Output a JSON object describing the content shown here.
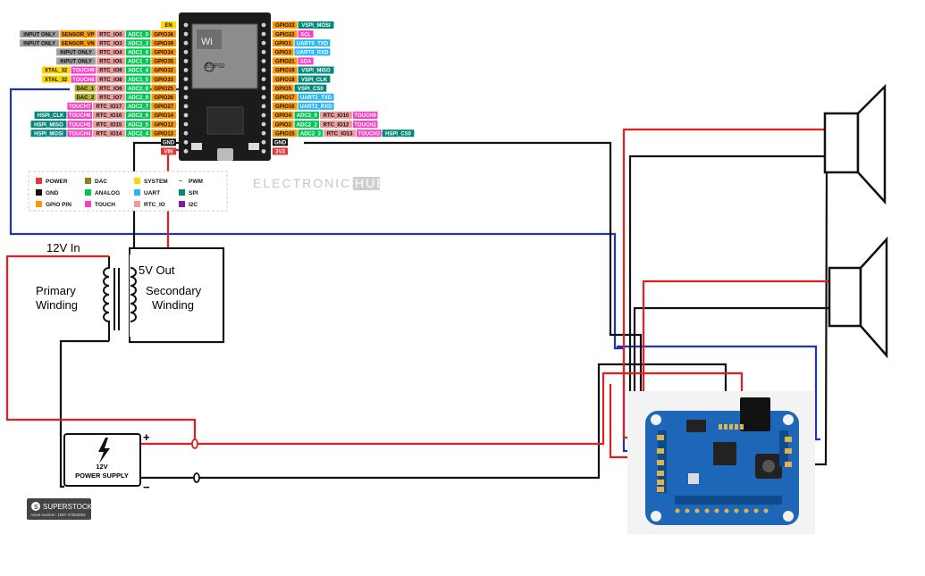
{
  "esp_board": {
    "left_pins": [
      {
        "labels": [
          {
            "t": "EN",
            "c": "#ffd600"
          }
        ]
      },
      {
        "labels": [
          {
            "t": "INPUT ONLY",
            "c": "#9e9e9e"
          },
          {
            "t": "SENSOR_VP",
            "c": "#ff9800"
          },
          {
            "t": "RTC_IO0",
            "c": "#ef9a9a"
          },
          {
            "t": "ADC1_0",
            "c": "#00c853"
          },
          {
            "t": "GPIO36",
            "c": "#ff9800"
          }
        ]
      },
      {
        "labels": [
          {
            "t": "INPUT ONLY",
            "c": "#9e9e9e"
          },
          {
            "t": "SENSOR_VN",
            "c": "#ff9800"
          },
          {
            "t": "RTC_IO3",
            "c": "#ef9a9a"
          },
          {
            "t": "ADC1_3",
            "c": "#00c853"
          },
          {
            "t": "GPIO39",
            "c": "#ff9800"
          }
        ]
      },
      {
        "labels": [
          {
            "t": "INPUT ONLY",
            "c": "#9e9e9e"
          },
          {
            "t": "RTC_IO4",
            "c": "#ef9a9a"
          },
          {
            "t": "ADC1_6",
            "c": "#00c853"
          },
          {
            "t": "GPIO34",
            "c": "#ff9800"
          }
        ]
      },
      {
        "labels": [
          {
            "t": "INPUT ONLY",
            "c": "#9e9e9e"
          },
          {
            "t": "RTC_IO5",
            "c": "#ef9a9a"
          },
          {
            "t": "ADC1_7",
            "c": "#00c853"
          },
          {
            "t": "GPIO35",
            "c": "#ff9800"
          }
        ]
      },
      {
        "labels": [
          {
            "t": "XTAL_32",
            "c": "#ffd600"
          },
          {
            "t": "TOUCH9",
            "c": "#ff3cc7"
          },
          {
            "t": "RTC_IO9",
            "c": "#ef9a9a"
          },
          {
            "t": "ADC1_4",
            "c": "#00c853"
          },
          {
            "t": "GPIO32",
            "c": "#ff9800"
          }
        ]
      },
      {
        "labels": [
          {
            "t": "XTAL_32",
            "c": "#ffd600"
          },
          {
            "t": "TOUCH8",
            "c": "#ff3cc7"
          },
          {
            "t": "RTC_IO8",
            "c": "#ef9a9a"
          },
          {
            "t": "ADC1_5",
            "c": "#00c853"
          },
          {
            "t": "GPIO33",
            "c": "#ff9800"
          }
        ]
      },
      {
        "labels": [
          {
            "t": "DAC_1",
            "c": "#b8b233"
          },
          {
            "t": "RTC_IO6",
            "c": "#ef9a9a"
          },
          {
            "t": "ADC2_8",
            "c": "#00c853"
          },
          {
            "t": "GPIO25",
            "c": "#ff9800"
          }
        ]
      },
      {
        "labels": [
          {
            "t": "DAC_2",
            "c": "#b8b233"
          },
          {
            "t": "RTC_IO7",
            "c": "#ef9a9a"
          },
          {
            "t": "ADC2_9",
            "c": "#00c853"
          },
          {
            "t": "GPIO26",
            "c": "#ff9800"
          }
        ]
      },
      {
        "labels": [
          {
            "t": "TOUCH7",
            "c": "#ff3cc7"
          },
          {
            "t": "RTC_IO17",
            "c": "#ef9a9a"
          },
          {
            "t": "ADC2_7",
            "c": "#00c853"
          },
          {
            "t": "GPIO27",
            "c": "#ff9800"
          }
        ]
      },
      {
        "labels": [
          {
            "t": "HSPI_CLK",
            "c": "#00897b"
          },
          {
            "t": "TOUCH6",
            "c": "#ff3cc7"
          },
          {
            "t": "RTC_IO16",
            "c": "#ef9a9a"
          },
          {
            "t": "ADC2_6",
            "c": "#00c853"
          },
          {
            "t": "GPIO14",
            "c": "#ff9800"
          }
        ]
      },
      {
        "labels": [
          {
            "t": "HSPI_MISO",
            "c": "#00897b"
          },
          {
            "t": "TOUCH5",
            "c": "#ff3cc7"
          },
          {
            "t": "RTC_IO15",
            "c": "#ef9a9a"
          },
          {
            "t": "ADC2_5",
            "c": "#00c853"
          },
          {
            "t": "GPIO12",
            "c": "#ff9800"
          }
        ]
      },
      {
        "labels": [
          {
            "t": "HSPI_MOSI",
            "c": "#00897b"
          },
          {
            "t": "TOUCH4",
            "c": "#ff3cc7"
          },
          {
            "t": "RTC_IO14",
            "c": "#ef9a9a"
          },
          {
            "t": "ADC2_4",
            "c": "#00c853"
          },
          {
            "t": "GPIO13",
            "c": "#ff9800"
          }
        ]
      },
      {
        "labels": [
          {
            "t": "GND",
            "c": "#111111"
          }
        ]
      },
      {
        "labels": [
          {
            "t": "VIN",
            "c": "#e53935"
          }
        ]
      }
    ],
    "right_pins": [
      {
        "labels": [
          {
            "t": "GPIO23",
            "c": "#ff9800"
          },
          {
            "t": "VSPI_MOSI",
            "c": "#00897b"
          }
        ]
      },
      {
        "labels": [
          {
            "t": "GPIO22",
            "c": "#ff9800"
          },
          {
            "t": "SCL",
            "c": "#ff3cc7"
          }
        ]
      },
      {
        "labels": [
          {
            "t": "GPIO1",
            "c": "#ff9800"
          },
          {
            "t": "UART0_TXD",
            "c": "#29b6f6"
          }
        ]
      },
      {
        "labels": [
          {
            "t": "GPIO3",
            "c": "#ff9800"
          },
          {
            "t": "UART0_RXD",
            "c": "#29b6f6"
          }
        ]
      },
      {
        "labels": [
          {
            "t": "GPIO21",
            "c": "#ff9800"
          },
          {
            "t": "SDA",
            "c": "#ff3cc7"
          }
        ]
      },
      {
        "labels": [
          {
            "t": "GPIO19",
            "c": "#ff9800"
          },
          {
            "t": "VSPI_MISO",
            "c": "#00897b"
          }
        ]
      },
      {
        "labels": [
          {
            "t": "GPIO18",
            "c": "#ff9800"
          },
          {
            "t": "VSPI_CLK",
            "c": "#00897b"
          }
        ]
      },
      {
        "labels": [
          {
            "t": "GPIO5",
            "c": "#ff9800"
          },
          {
            "t": "VSPI_CS0",
            "c": "#00897b"
          }
        ]
      },
      {
        "labels": [
          {
            "t": "GPIO17",
            "c": "#ff9800"
          },
          {
            "t": "UART2_TXD",
            "c": "#29b6f6"
          }
        ]
      },
      {
        "labels": [
          {
            "t": "GPIO16",
            "c": "#ff9800"
          },
          {
            "t": "UART2_RXD",
            "c": "#29b6f6"
          }
        ]
      },
      {
        "labels": [
          {
            "t": "GPIO4",
            "c": "#ff9800"
          },
          {
            "t": "ADC2_0",
            "c": "#00c853"
          },
          {
            "t": "RTC_IO10",
            "c": "#ef9a9a"
          },
          {
            "t": "TOUCH0",
            "c": "#ff3cc7"
          }
        ]
      },
      {
        "labels": [
          {
            "t": "GPIO2",
            "c": "#ff9800"
          },
          {
            "t": "ADC2_2",
            "c": "#00c853"
          },
          {
            "t": "RTC_IO12",
            "c": "#ef9a9a"
          },
          {
            "t": "TOUCH2",
            "c": "#ff3cc7"
          }
        ]
      },
      {
        "labels": [
          {
            "t": "GPIO15",
            "c": "#ff9800"
          },
          {
            "t": "ADC2_3",
            "c": "#00c853"
          },
          {
            "t": "RTC_IO13",
            "c": "#ef9a9a"
          },
          {
            "t": "TOUCH3",
            "c": "#ff3cc7"
          },
          {
            "t": "HSPI_CS0",
            "c": "#00897b"
          }
        ]
      },
      {
        "labels": [
          {
            "t": "GND",
            "c": "#111111"
          }
        ]
      },
      {
        "labels": [
          {
            "t": "3V3",
            "c": "#e53935"
          }
        ]
      }
    ]
  },
  "legend": [
    {
      "label": "POWER",
      "color": "#e53935",
      "marker": "swatch"
    },
    {
      "label": "DAC",
      "color": "#8d7d1f",
      "marker": "swatch"
    },
    {
      "label": "SYSTEM",
      "color": "#ffd600",
      "marker": "swatch"
    },
    {
      "label": "PWM",
      "color": "#111111",
      "marker": "tilde"
    },
    {
      "label": "GND",
      "color": "#111111",
      "marker": "swatch"
    },
    {
      "label": "ANALOG",
      "color": "#00c853",
      "marker": "swatch"
    },
    {
      "label": "UART",
      "color": "#29b6f6",
      "marker": "swatch"
    },
    {
      "label": "SPI",
      "color": "#00897b",
      "marker": "swatch"
    },
    {
      "label": "GPIO PIN",
      "color": "#ff9800",
      "marker": "swatch"
    },
    {
      "label": "TOUCH",
      "color": "#ff3cc7",
      "marker": "swatch"
    },
    {
      "label": "RTC_IO",
      "color": "#ef9a9a",
      "marker": "swatch"
    },
    {
      "label": "I2C",
      "color": "#7b1fa2",
      "marker": "swatch"
    }
  ],
  "brand": {
    "left": "ELECTRONICS",
    "right": "HUB"
  },
  "transformer": {
    "input_label": "12V In",
    "output_label": "5V Out",
    "primary_label": "Primary Winding",
    "secondary_label": "Secondary Winding"
  },
  "power_supply": {
    "label": "12V POWER SUPPLY",
    "plus": "+",
    "minus": "−",
    "icon": "lightning-bolt-icon"
  },
  "watermark": {
    "brand": "SUPERSTOCK",
    "subtext": "Asset number: 1597-47684555"
  },
  "colors": {
    "power_wire": "#e02020",
    "ground_wire": "#111111",
    "signal_wire": "#2233bb",
    "amp_board": "#1e66b8"
  }
}
